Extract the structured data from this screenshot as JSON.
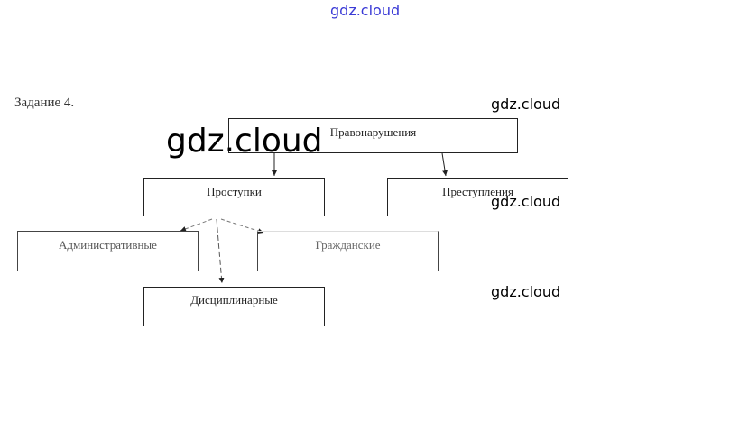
{
  "watermarks": {
    "top": "gdz.cloud",
    "right1": "gdz.cloud",
    "big": "gdz.cloud",
    "right2": "gdz.cloud",
    "right3": "gdz.cloud"
  },
  "task_title": "Задание 4.",
  "nodes": {
    "root": "Правонарушения",
    "misdemeanors": "Проступки",
    "crimes": "Преступления",
    "administrative": "Административные",
    "civil": "Гражданские",
    "disciplinary": "Дисциплинарные"
  },
  "colors": {
    "top_watermark": "#3b3bd6"
  }
}
